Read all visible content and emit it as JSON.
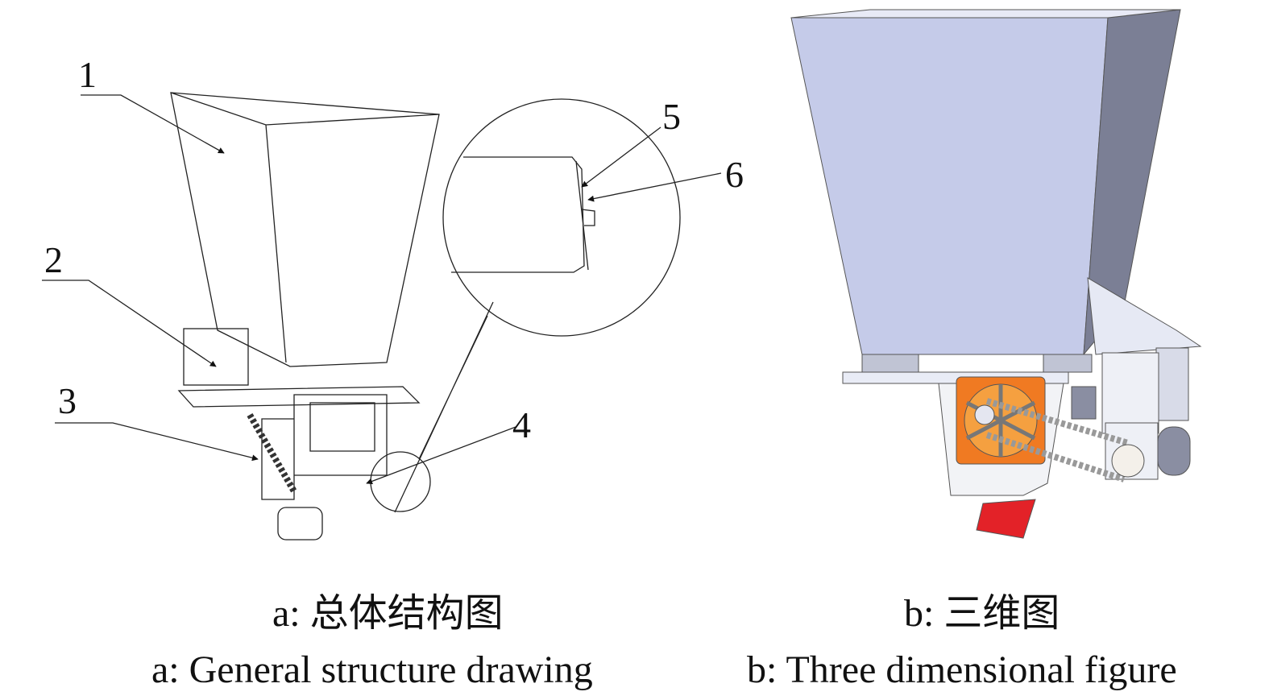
{
  "figure_a": {
    "labels": [
      "1",
      "2",
      "3",
      "4",
      "5",
      "6"
    ],
    "caption_cn": "a: 总体结构图",
    "caption_en": "a: General structure drawing"
  },
  "figure_b": {
    "caption_cn": "b: 三维图",
    "caption_en": "b: Three dimensional figure"
  },
  "colors": {
    "hopper": "#c5cbe9",
    "hopper_side": "#7b7f95",
    "rotor": "#f07a22",
    "outlet": "#e32228"
  }
}
